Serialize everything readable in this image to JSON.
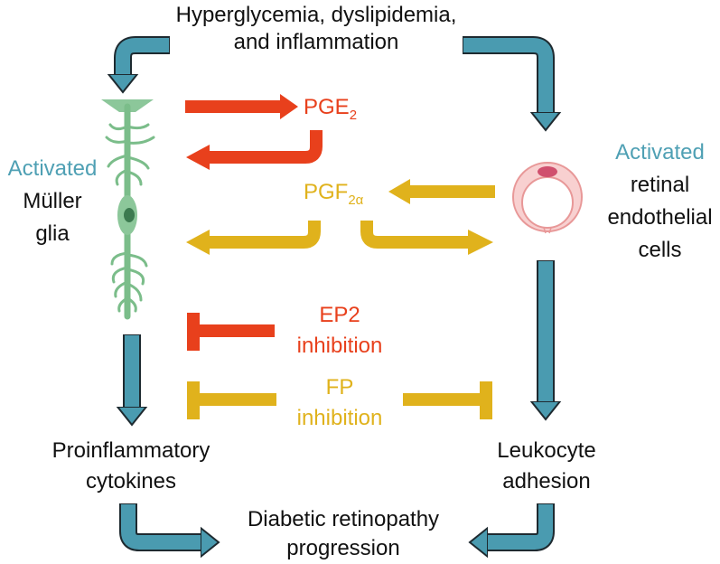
{
  "top": {
    "line1": "Hyperglycemia, dyslipidemia,",
    "line2": "and inflammation"
  },
  "muller": {
    "activated": "Activated",
    "line1": "Müller",
    "line2": "glia"
  },
  "endothelial": {
    "activated": "Activated",
    "line1": "retinal",
    "line2": "endothelial",
    "line3": "cells"
  },
  "pge2": {
    "base": "PGE",
    "sub": "2"
  },
  "pgf2a": {
    "base": "PGF",
    "sub": "2α"
  },
  "ep2": {
    "line1": "EP2",
    "line2": "inhibition"
  },
  "fp": {
    "line1": "FP",
    "line2": "inhibition"
  },
  "cytokines": {
    "line1": "Proinflammatory",
    "line2": "cytokines"
  },
  "leukocyte": {
    "line1": "Leukocyte",
    "line2": "adhesion"
  },
  "outcome": {
    "line1": "Diabetic retinopathy",
    "line2": "progression"
  },
  "colors": {
    "red": "#e8401c",
    "gold": "#e0b21c",
    "teal": "#4a9bb0",
    "glia": "#8cc79a",
    "cell": "#f2b6b6"
  }
}
